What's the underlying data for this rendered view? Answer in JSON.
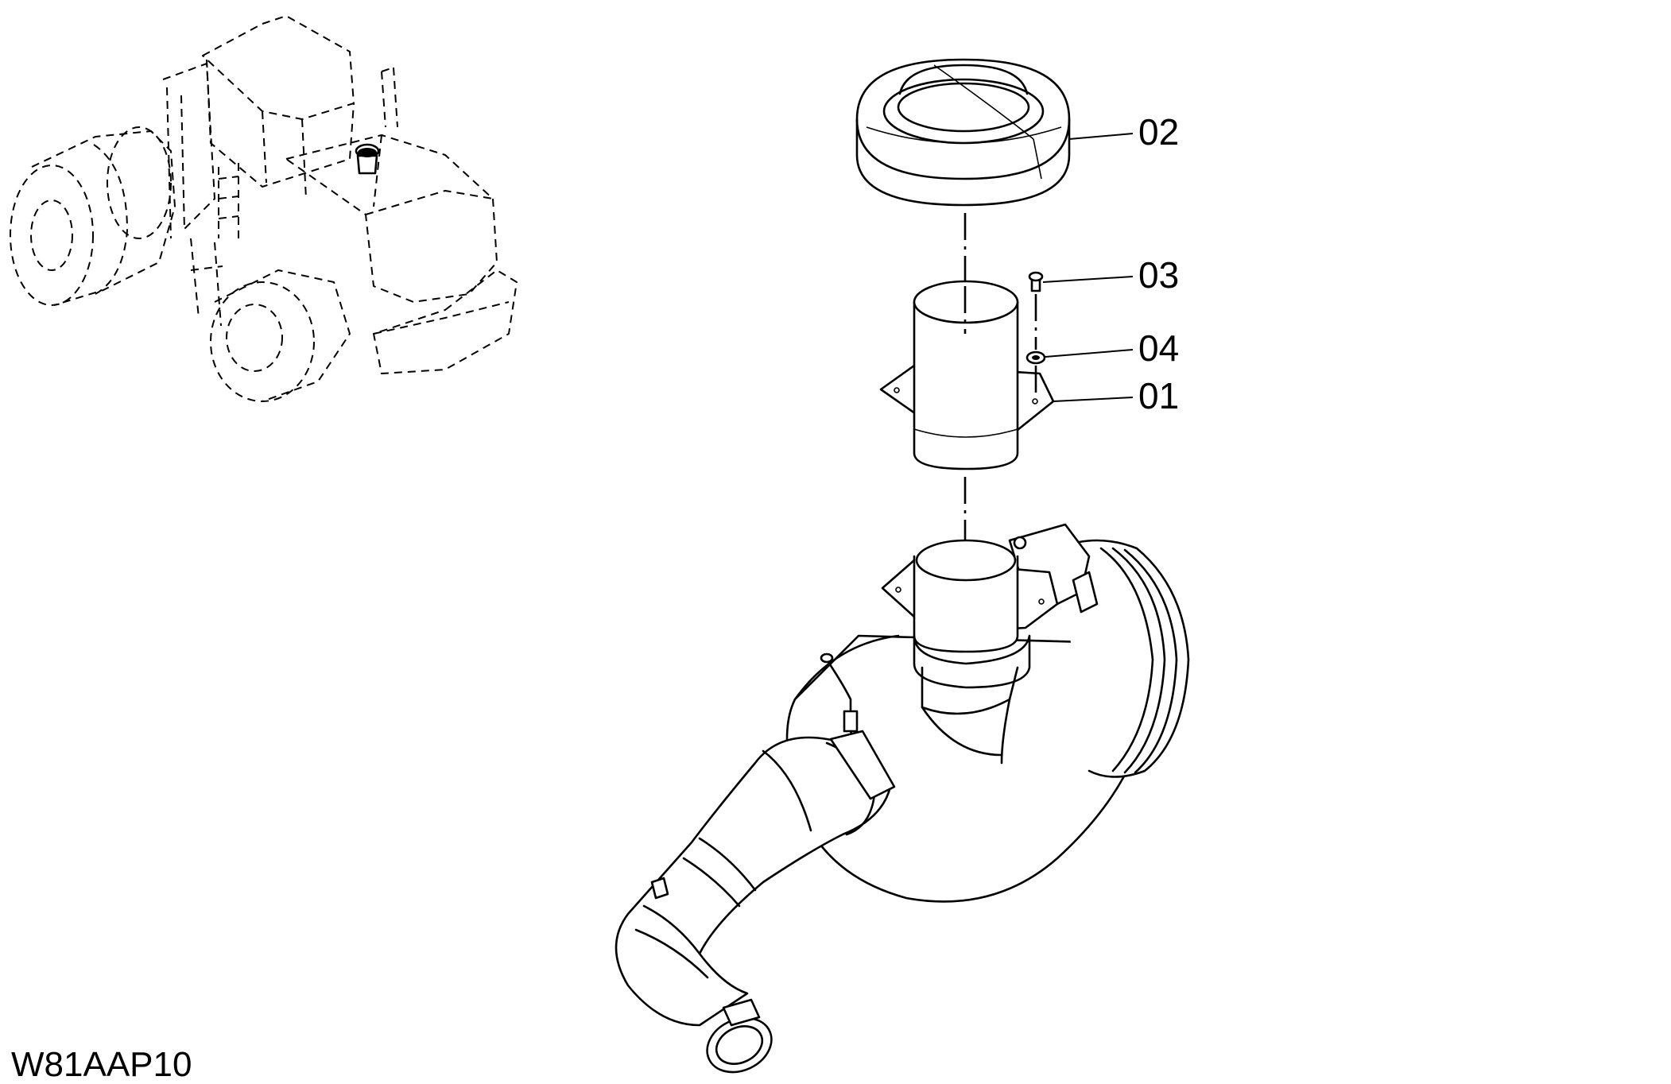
{
  "drawing_code": "W81AAP10",
  "callouts": [
    {
      "id": "02",
      "label": "02"
    },
    {
      "id": "03",
      "label": "03"
    },
    {
      "id": "04",
      "label": "04"
    },
    {
      "id": "01",
      "label": "01"
    }
  ],
  "colors": {
    "line": "#000000",
    "background": "#ffffff"
  }
}
